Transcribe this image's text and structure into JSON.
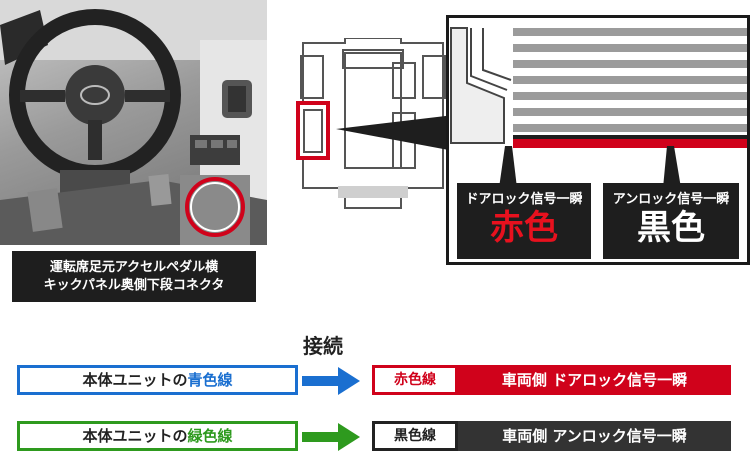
{
  "photo": {
    "caption_line1": "運転席足元アクセルペダル横",
    "caption_line2": "キックパネル奥側下段コネクタ"
  },
  "connector": {
    "door_lock_label": "ドアロック信号一瞬",
    "door_lock_color": "赤色",
    "unlock_label": "アンロック信号一瞬",
    "unlock_color": "黒色"
  },
  "connection": {
    "heading": "接続",
    "rows": [
      {
        "unit_prefix": "本体ユニットの",
        "unit_wire": "青色線",
        "unit_wire_color": "#1a6fd0",
        "vehicle_wire": "赤色線",
        "vehicle_wire_color": "#d0021b",
        "vehicle_signal": "車両側 ドアロック信号一瞬",
        "vehicle_signal_bg": "#d0021b"
      },
      {
        "unit_prefix": "本体ユニットの",
        "unit_wire": "緑色線",
        "unit_wire_color": "#2e9a1e",
        "vehicle_wire": "黒色線",
        "vehicle_wire_color": "#222222",
        "vehicle_signal": "車両側 アンロック信号一瞬",
        "vehicle_signal_bg": "#333333"
      }
    ]
  },
  "colors": {
    "red": "#d0021b",
    "blue": "#1a6fd0",
    "green": "#2e9a1e",
    "black": "#1e1e1e"
  }
}
